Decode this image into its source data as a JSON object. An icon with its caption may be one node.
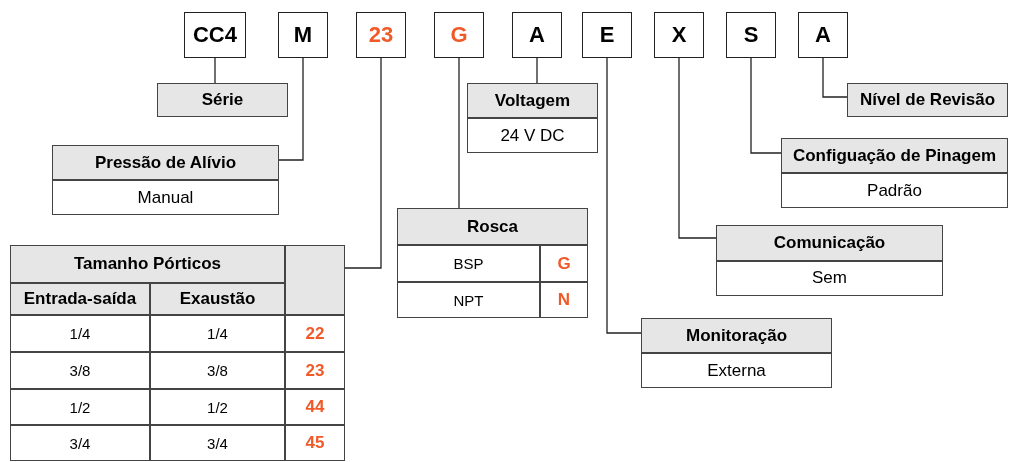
{
  "diagram": {
    "nodes": [
      {
        "text": [
          "CC4"
        ]
      },
      {
        "text": [
          "M"
        ]
      },
      {
        "text": [
          "23"
        ]
      },
      {
        "text": [
          "G"
        ]
      },
      {
        "text": [
          "A"
        ]
      },
      {
        "text": [
          "E"
        ]
      },
      {
        "text": [
          "X"
        ]
      },
      {
        "text": [
          "S"
        ]
      },
      {
        "text": [
          "A"
        ]
      },
      {
        "text": [
          "Série"
        ]
      },
      {
        "text": [
          "Pressão de Alívio",
          "Manual"
        ]
      },
      {
        "text": [
          "Tamanho Pórticos",
          "Entrada-saída",
          "Exaustão",
          "1/4",
          "1/4",
          "22",
          "3/8",
          "3/8",
          "23",
          "1/2",
          "1/2",
          "44",
          "3/4",
          "3/4",
          "45"
        ]
      },
      {
        "text": [
          "Rosca",
          "BSP",
          "G",
          "NPT",
          "N"
        ]
      },
      {
        "text": [
          "Voltagem",
          "24 V DC"
        ]
      },
      {
        "text": [
          "Monitoração",
          "Externa"
        ]
      },
      {
        "text": [
          "Comunicação",
          "Sem"
        ]
      },
      {
        "text": [
          "Configuação de Pinagem",
          "Padrão"
        ]
      },
      {
        "text": [
          "Nível de Revisão"
        ]
      }
    ],
    "edges": [
      {
        "from": 0,
        "to": 9,
        "arrow": "none"
      },
      {
        "from": 1,
        "to": 10,
        "arrow": "none"
      },
      {
        "from": 2,
        "to": 11,
        "arrow": "none"
      },
      {
        "from": 3,
        "to": 12,
        "arrow": "none"
      },
      {
        "from": 4,
        "to": 13,
        "arrow": "none"
      },
      {
        "from": 5,
        "to": 14,
        "arrow": "none"
      },
      {
        "from": 6,
        "to": 15,
        "arrow": "none"
      },
      {
        "from": 7,
        "to": 16,
        "arrow": "none"
      },
      {
        "from": 8,
        "to": 17,
        "arrow": "none"
      }
    ]
  }
}
